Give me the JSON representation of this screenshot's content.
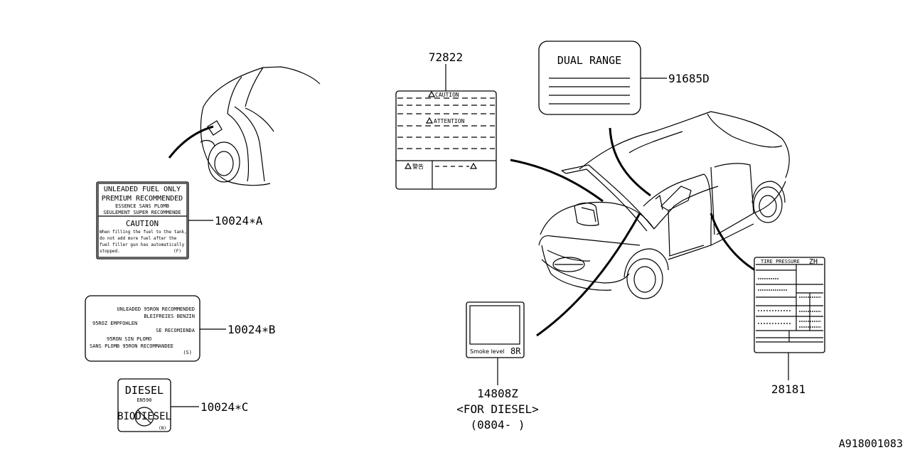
{
  "diagram_id": "A918001083",
  "callouts": {
    "label_10024a": "10024∗A",
    "label_10024b": "10024∗B",
    "label_10024c": "10024∗C",
    "label_72822": "72822",
    "label_91685d": "91685D",
    "label_14808z": "14808Z",
    "label_14808z_note": "<FOR DIESEL>",
    "label_14808z_date": "(0804-    )",
    "label_28181": "28181"
  },
  "label_a": {
    "line1": "UNLEADED FUEL ONLY",
    "line2": "PREMIUM RECOMMENDED",
    "line3": "ESSENCE SANS PLOMB",
    "line4": "SEULEMENT SUPER RECOMMENDE",
    "caution": "CAUTION",
    "body1": "When filling the fuel to the tank,",
    "body2": "do not add more fuel after the",
    "body3": "fuel filler gun has automatically",
    "body4": "stopped.",
    "code": "(F)"
  },
  "label_b": {
    "line1": "UNLEADED 95RON RECOMMENDED",
    "line2": "BLEIFREIES BENZIN",
    "line3": "95ROZ EMPFOHLEN",
    "line4": "SE RECOMIENDA",
    "line5": "95RON SIN PLOMO",
    "line6": "SANS PLOMB 95RON RECOMMANDEE",
    "code": "(S)"
  },
  "label_c": {
    "title": "DIESEL",
    "sub": "EN590",
    "bio": "BIODIESEL",
    "code": "(N)"
  },
  "label_72822": {
    "caution": "CAUTION",
    "attention": "ATTENTION",
    "warning_jp": "警告"
  },
  "label_91685d": {
    "title": "DUAL RANGE"
  },
  "label_14808z": {
    "text": "Smoke level",
    "code": "8R"
  },
  "label_28181": {
    "title": "TIRE PRESSURE",
    "code": "ZH"
  }
}
